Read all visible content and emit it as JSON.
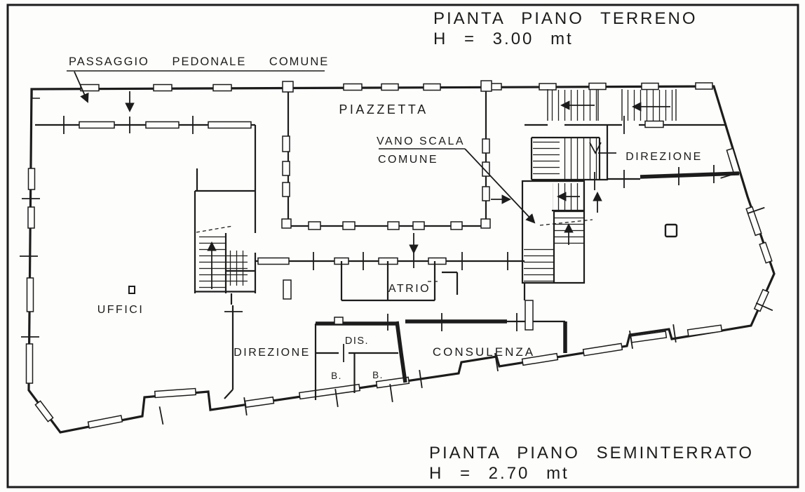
{
  "colors": {
    "ink": "#1c1c1c",
    "paper": "#fdfdfb"
  },
  "titles": {
    "ground_floor": {
      "line1": "PIANTA PIANO TERRENO",
      "line2": "H = 3.00 mt"
    },
    "basement": {
      "line1": "PIANTA PIANO SEMINTERRATO",
      "line2": "H = 2.70 mt"
    }
  },
  "annotations": {
    "pedestrian_passage": "PASSAGGIO PEDONALE COMUNE",
    "stairwell_line1": "VANO SCALA",
    "stairwell_line2": "COMUNE"
  },
  "rooms": {
    "piazzetta": "PIAZZETTA",
    "direzione_upper": "DIREZIONE",
    "direzione_lower": "DIREZIONE",
    "uffici": "UFFICI",
    "atrio": "ATRIO",
    "dis": "DIS.",
    "bagno_1": "B.",
    "bagno_2": "B.",
    "consulenza": "CONSULENZA"
  }
}
